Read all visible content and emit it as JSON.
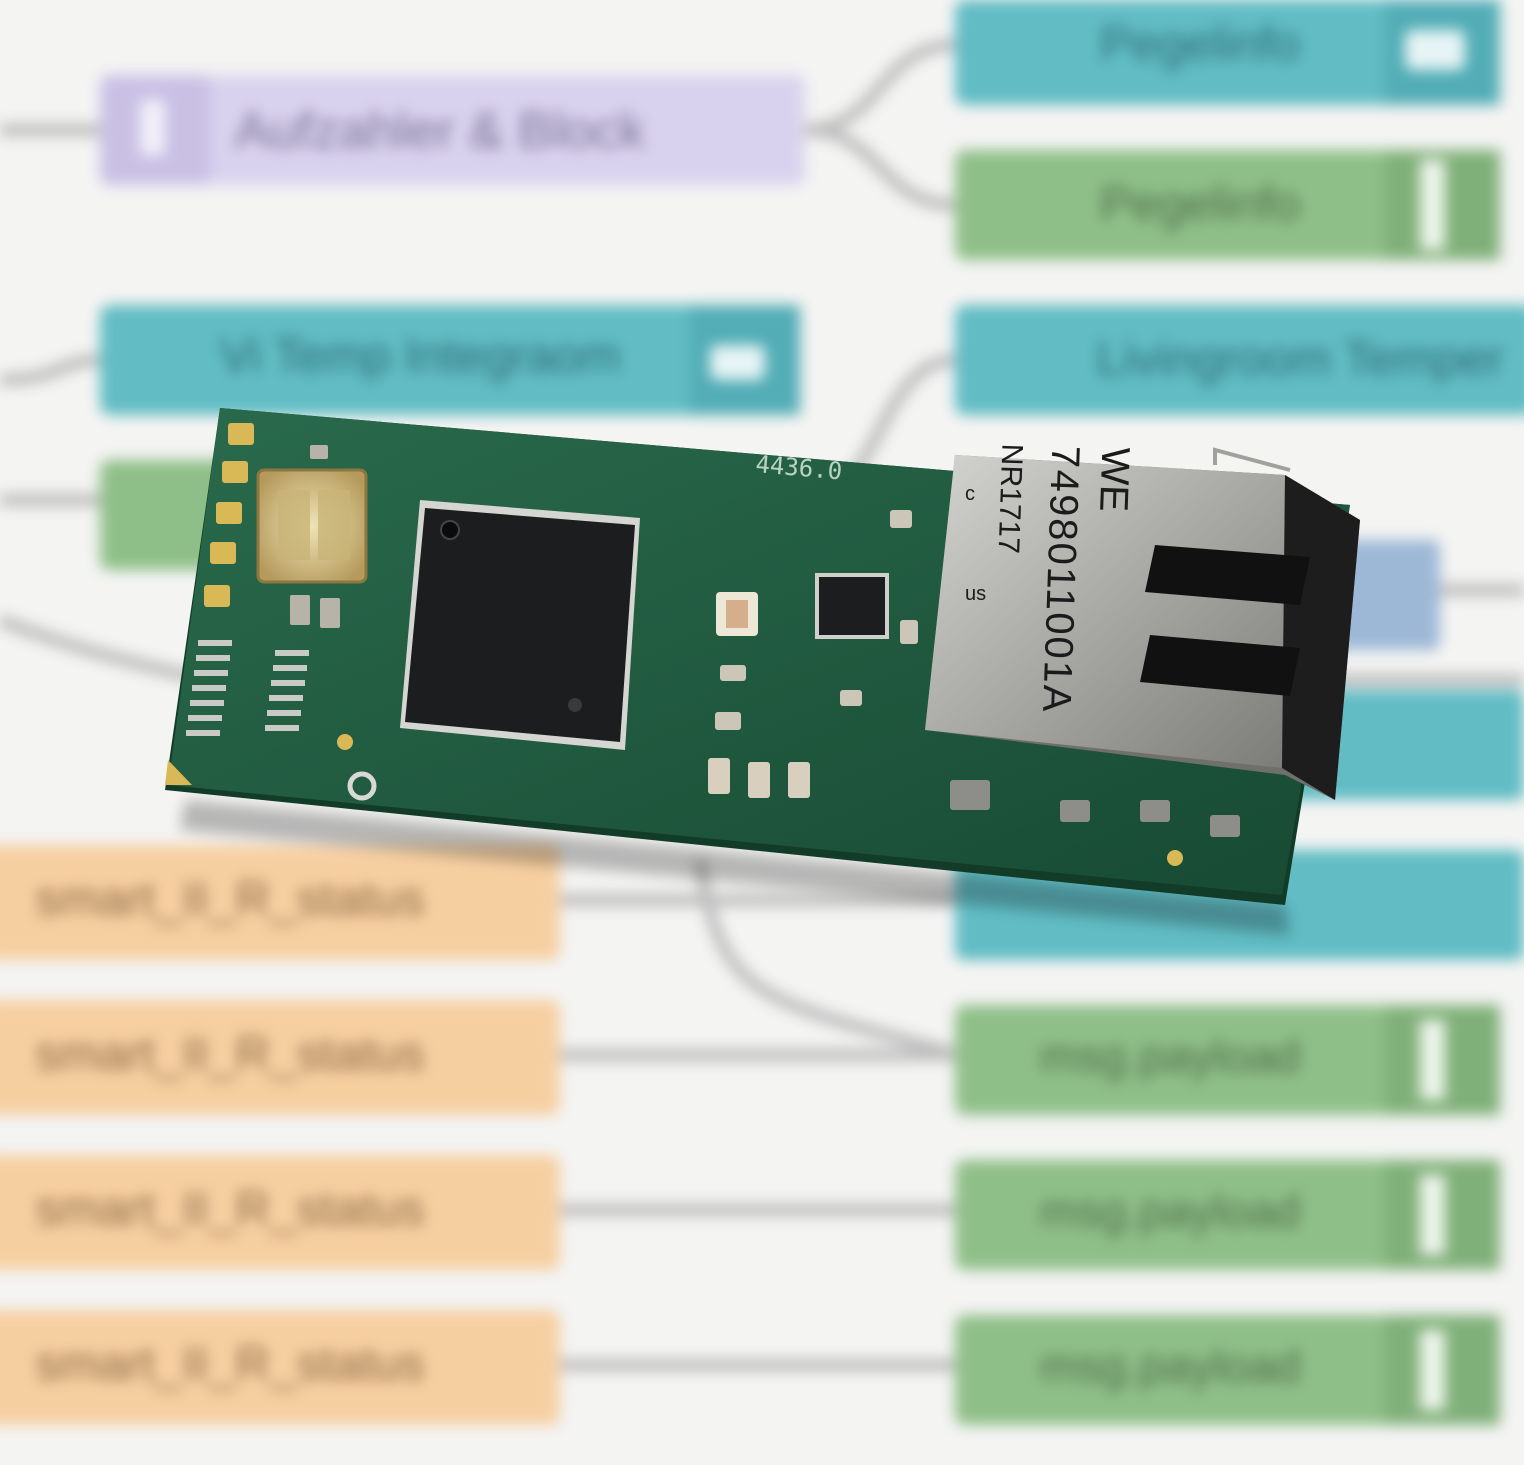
{
  "background_flow": {
    "nodes": [
      {
        "label": "Aufzahler & Block",
        "color": "#d9d2ee",
        "shape": "purple"
      },
      {
        "label": "Pegelinfo",
        "color": "#61bcc4",
        "shape": "teal"
      },
      {
        "label": "Pegelinfo",
        "color": "#8fbf88",
        "shape": "green"
      },
      {
        "label": "Vi Temp Integraom",
        "color": "#61bcc4",
        "shape": "teal"
      },
      {
        "label": "Livingroom Temper",
        "color": "#61bcc4",
        "shape": "teal"
      },
      {
        "label": "smart_II_R_status",
        "color": "#f6cfa1",
        "shape": "orange"
      },
      {
        "label": "msg.payload",
        "color": "#8fbf88",
        "shape": "green"
      }
    ]
  },
  "board": {
    "pcb_number": "4436.0",
    "jack": {
      "brand": "WE",
      "part_number": "7498011001A",
      "cert_c": "c",
      "cert_us": "us",
      "cert_code": "NR1717"
    },
    "colors": {
      "pcb": "#1f5a3f",
      "gold": "#d9b955",
      "chip": "#1c1d1f",
      "metal": "#a9a9a6"
    }
  }
}
